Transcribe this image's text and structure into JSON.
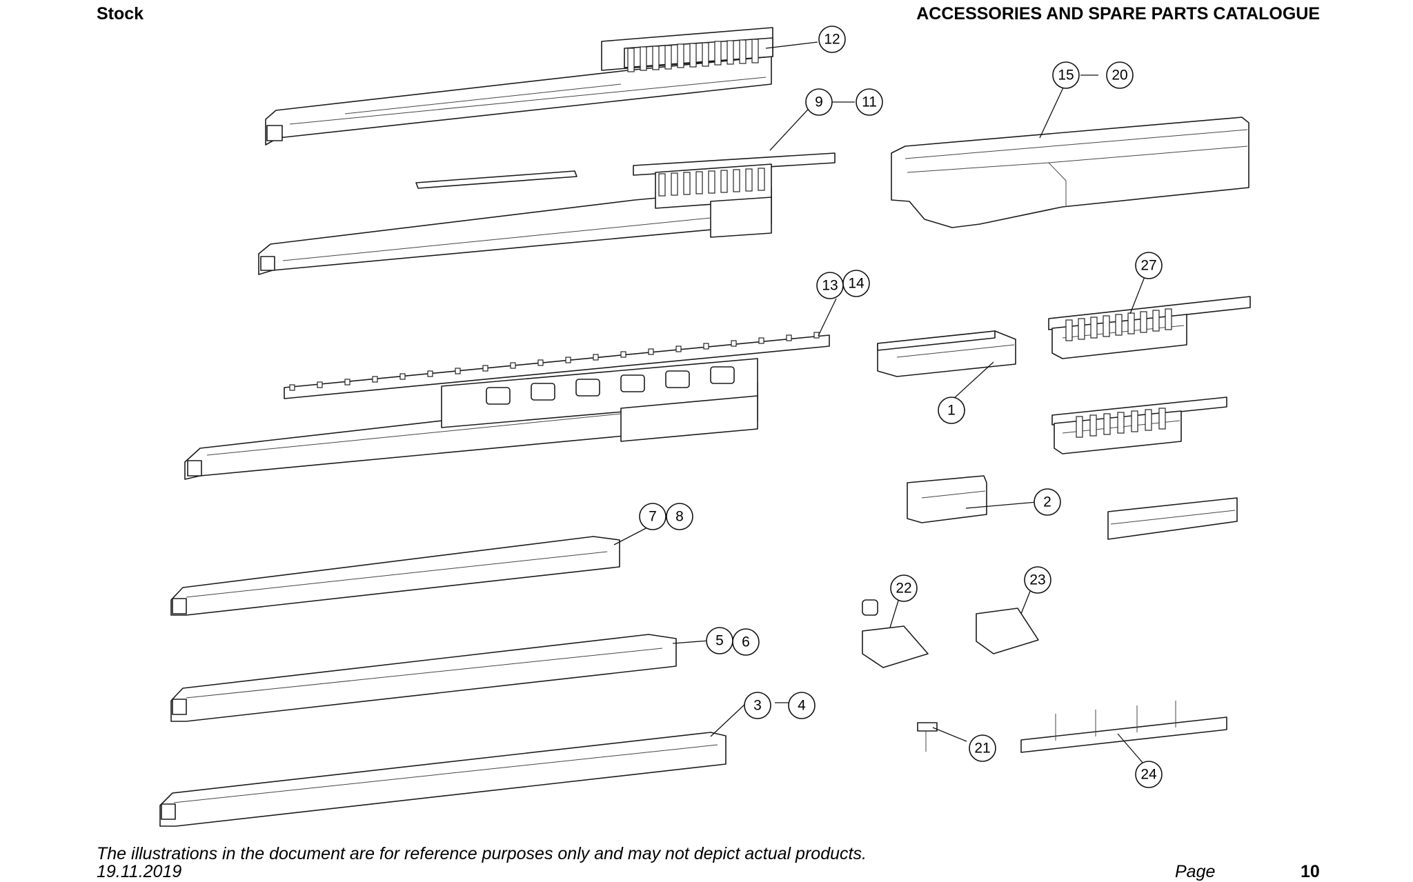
{
  "header": {
    "section": "Stock",
    "title": "ACCESSORIES AND SPARE PARTS CATALOGUE"
  },
  "footer": {
    "disclaimer": "The illustrations in the document are for reference purposes only and may not depict actual products.",
    "date": "19.11.2019",
    "page_label": "Page",
    "page_number": "10"
  },
  "callouts": [
    "12",
    "9",
    "11",
    "15",
    "20",
    "13",
    "14",
    "27",
    "1",
    "2",
    "7",
    "8",
    "5",
    "6",
    "3",
    "4",
    "22",
    "23",
    "21",
    "24"
  ]
}
